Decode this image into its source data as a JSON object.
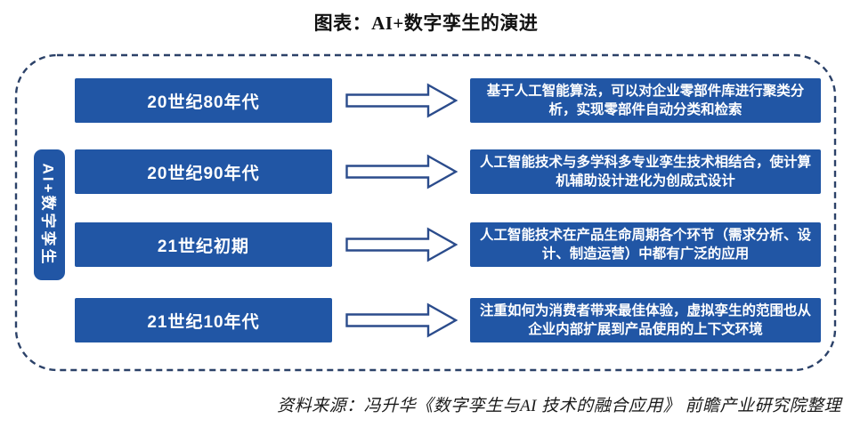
{
  "title": "图表：AI+数字孪生的演进",
  "diagram": {
    "side_label": "AI+数字孪生",
    "rows": [
      {
        "era": "20世纪80年代",
        "description": "基于人工智能算法，可以对企业零部件库进行聚类分析，实现零部件自动分类和检索"
      },
      {
        "era": "20世纪90年代",
        "description": "人工智能技术与多学科多专业孪生技术相结合，使计算机辅助设计进化为创成式设计"
      },
      {
        "era": "21世纪初期",
        "description": "人工智能技术在产品生命周期各个环节（需求分析、设计、制造运营）中都有广泛的应用"
      },
      {
        "era": "21世纪10年代",
        "description": "注重如何为消费者带来最佳体验，虚拟孪生的范围也从企业内部扩展到产品使用的上下文环境"
      }
    ]
  },
  "source": "资料来源：冯升华《数字孪生与AI 技术的融合应用》 前瞻产业研究院整理",
  "colors": {
    "box_blue": "#2156A5",
    "outline_navy": "#2B4168",
    "text_white": "#FFFFFF",
    "title_black": "#111111"
  }
}
